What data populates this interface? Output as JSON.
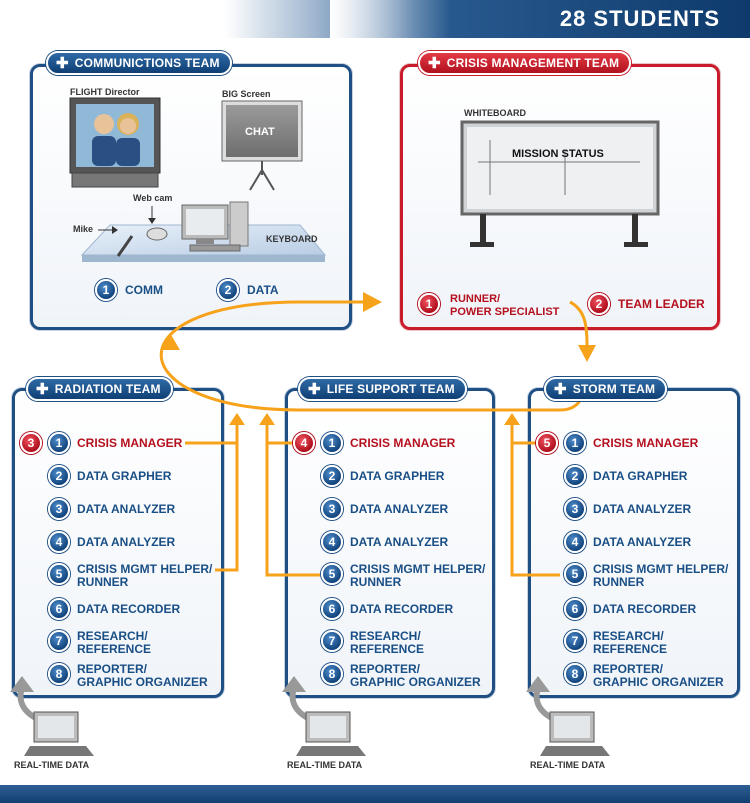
{
  "header": {
    "title": "28 STUDENTS"
  },
  "comm": {
    "title": "COMMUNICTIONS TEAM",
    "flight_label": "FLIGHT Director",
    "big_screen_label": "BIG Screen",
    "chat_label": "CHAT",
    "webcam_label": "Web cam",
    "mike_label": "Mike",
    "keyboard_label": "KEYBOARD",
    "roles": [
      {
        "num": "1",
        "label": "COMM"
      },
      {
        "num": "2",
        "label": "DATA"
      }
    ]
  },
  "crisis": {
    "title": "CRISIS MANAGEMENT TEAM",
    "whiteboard_label": "WHITEBOARD",
    "mission_label": "MISSION STATUS",
    "roles": [
      {
        "num": "1",
        "label": "RUNNER/\nPOWER SPECIALIST"
      },
      {
        "num": "2",
        "label": "TEAM LEADER"
      }
    ]
  },
  "teams": [
    {
      "title": "RADIATION TEAM",
      "badge": "3",
      "roles": [
        "CRISIS MANAGER",
        "DATA GRAPHER",
        "DATA ANALYZER",
        "DATA ANALYZER",
        "CRISIS MGMT HELPER/\nRUNNER",
        "DATA RECORDER",
        "RESEARCH/\nREFERENCE",
        "REPORTER/\nGRAPHIC ORGANIZER"
      ]
    },
    {
      "title": "LIFE SUPPORT TEAM",
      "badge": "4",
      "roles": [
        "CRISIS MANAGER",
        "DATA GRAPHER",
        "DATA ANALYZER",
        "DATA ANALYZER",
        "CRISIS MGMT HELPER/\nRUNNER",
        "DATA RECORDER",
        "RESEARCH/\nREFERENCE",
        "REPORTER/\nGRAPHIC ORGANIZER"
      ]
    },
    {
      "title": "STORM TEAM",
      "badge": "5",
      "roles": [
        "CRISIS MANAGER",
        "DATA GRAPHER",
        "DATA ANALYZER",
        "DATA ANALYZER",
        "CRISIS MGMT HELPER/\nRUNNER",
        "DATA RECORDER",
        "RESEARCH/\nREFERENCE",
        "REPORTER/\nGRAPHIC ORGANIZER"
      ]
    }
  ],
  "realtime_label": "REAL-TIME DATA",
  "colors": {
    "blue": "#1f4f83",
    "red": "#c81c2b",
    "orange": "#f7a21b"
  }
}
